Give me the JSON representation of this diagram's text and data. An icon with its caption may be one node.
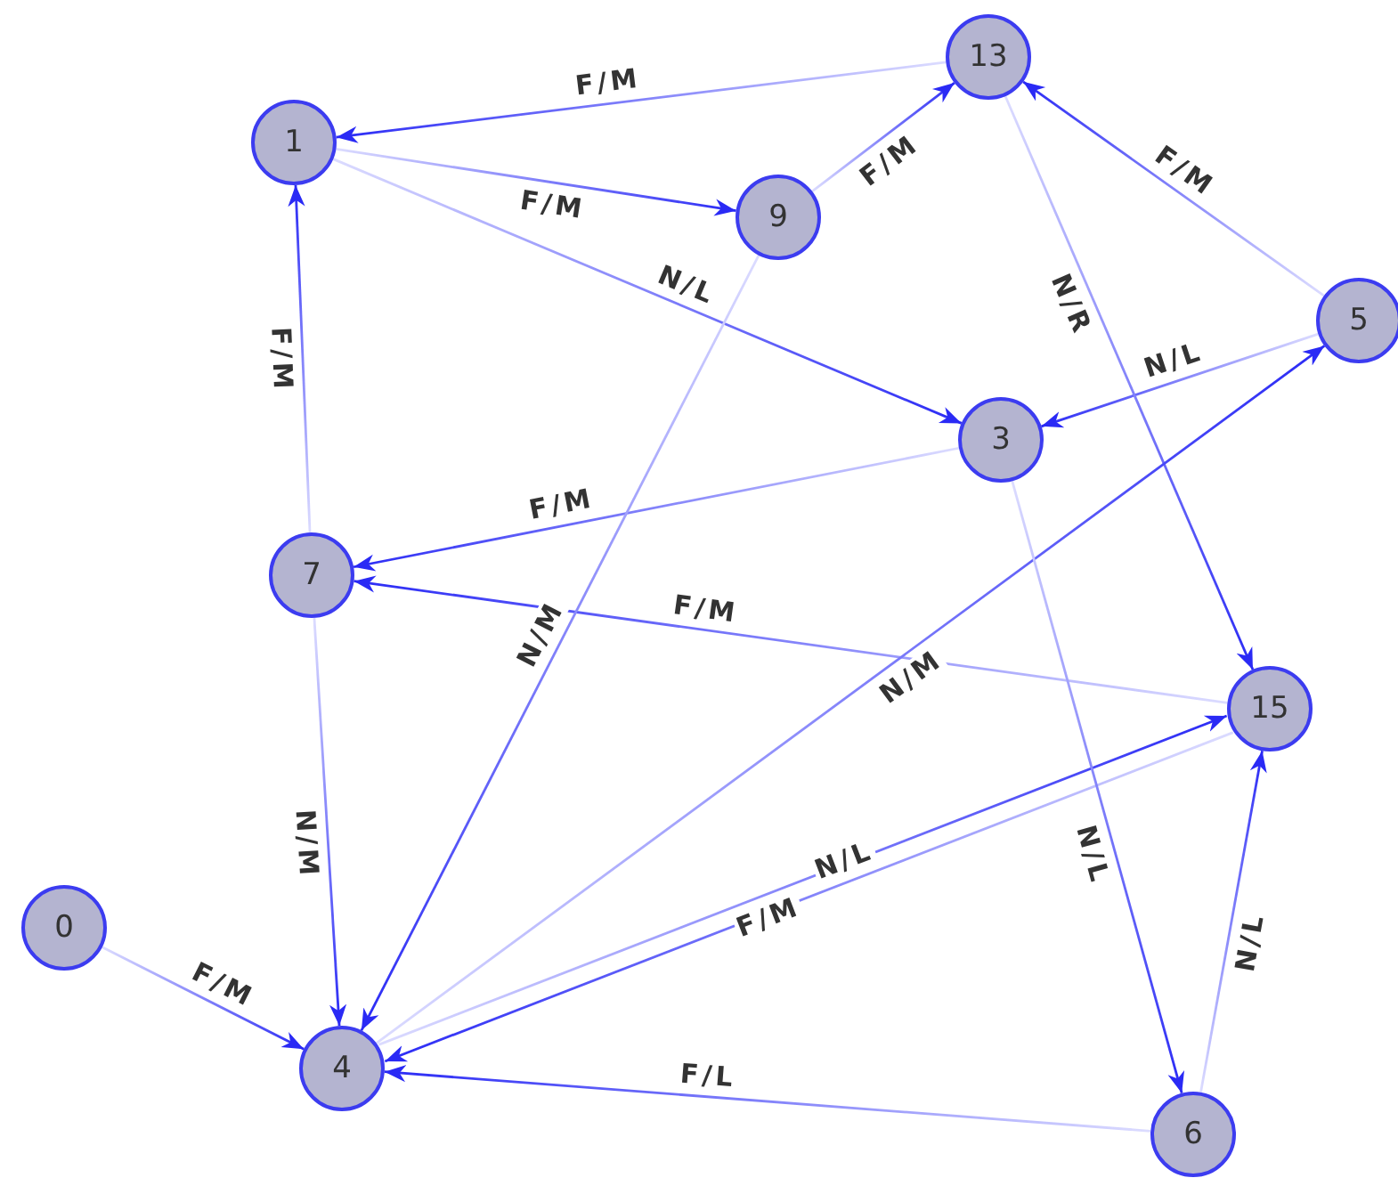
{
  "diagram": {
    "nodes": [
      {
        "text": [
          "13"
        ]
      },
      {
        "text": [
          "1"
        ]
      },
      {
        "text": [
          "9"
        ]
      },
      {
        "text": [
          "5"
        ]
      },
      {
        "text": [
          "3"
        ]
      },
      {
        "text": [
          "7"
        ]
      },
      {
        "text": [
          "15"
        ]
      },
      {
        "text": [
          "0"
        ]
      },
      {
        "text": [
          "4"
        ]
      },
      {
        "text": [
          "6"
        ]
      }
    ],
    "edges": [
      {
        "from": 0,
        "to": 1,
        "arrow": "to",
        "label": "F/M"
      },
      {
        "from": 1,
        "to": 2,
        "arrow": "to",
        "label": "F/M"
      },
      {
        "from": 2,
        "to": 0,
        "arrow": "to",
        "label": "F/M"
      },
      {
        "from": 3,
        "to": 0,
        "arrow": "to",
        "label": "F/M"
      },
      {
        "from": 1,
        "to": 4,
        "arrow": "to",
        "label": "N/L"
      },
      {
        "from": 3,
        "to": 4,
        "arrow": "to",
        "label": "N/L"
      },
      {
        "from": 0,
        "to": 6,
        "arrow": "to",
        "label": "N/R"
      },
      {
        "from": 4,
        "to": 5,
        "arrow": "to",
        "label": "F/M"
      },
      {
        "from": 5,
        "to": 1,
        "arrow": "to",
        "label": "F/M"
      },
      {
        "from": 6,
        "to": 5,
        "arrow": "to",
        "label": "F/M"
      },
      {
        "from": 2,
        "to": 8,
        "arrow": "to",
        "label": "N/M"
      },
      {
        "from": 8,
        "to": 3,
        "arrow": "to",
        "label": "N/M"
      },
      {
        "from": 5,
        "to": 8,
        "arrow": "to",
        "label": "N/M"
      },
      {
        "from": 6,
        "to": 8,
        "arrow": "to",
        "label": "N/L"
      },
      {
        "from": 8,
        "to": 6,
        "arrow": "to",
        "label": "F/M"
      },
      {
        "from": 4,
        "to": 9,
        "arrow": "to",
        "label": "N/L"
      },
      {
        "from": 9,
        "to": 6,
        "arrow": "to",
        "label": "N/L"
      },
      {
        "from": 9,
        "to": 8,
        "arrow": "to",
        "label": "F/L"
      },
      {
        "from": 7,
        "to": 8,
        "arrow": "to",
        "label": "F/M"
      }
    ]
  }
}
